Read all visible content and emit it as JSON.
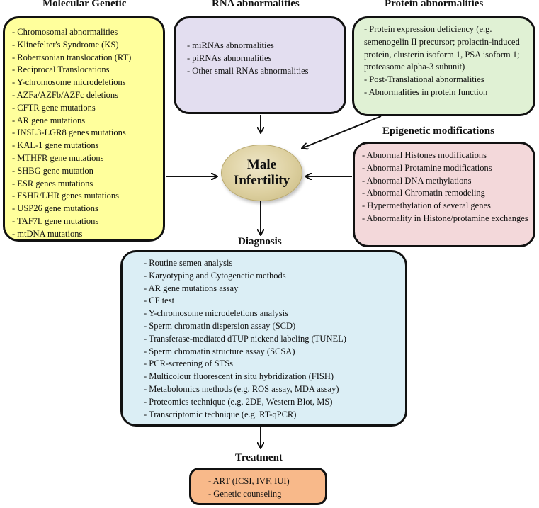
{
  "molecular": {
    "title": "Molecular Genetic",
    "items": [
      "- Chromosomal abnormalities",
      "- Klinefelter's Syndrome (KS)",
      "- Robertsonian translocation (RT)",
      "- Reciprocal Translocations",
      "- Y-chromosome microdeletions",
      "- AZFa/AZFb/AZFc deletions",
      "- CFTR gene mutations",
      "- AR gene mutations",
      "- INSL3-LGR8 genes mutations",
      "- KAL-1 gene mutations",
      "- MTHFR gene mutations",
      "- SHBG gene mutation",
      "- ESR genes mutations",
      "- FSHR/LHR genes mutations",
      "- USP26 gene mutations",
      "- TAF7L gene mutations",
      "- mtDNA mutations"
    ]
  },
  "rna": {
    "title": "RNA abnormalities",
    "items": [
      "- miRNAs abnormalities",
      "- piRNAs abnormalities",
      "- Other small RNAs abnormalities"
    ]
  },
  "protein": {
    "title": "Protein abnormalities",
    "items": [
      "- Protein expression deficiency (e.g. semenogelin II precursor; prolactin-induced protein, clusterin isoform 1, PSA isoform 1; proteasome alpha-3 subunit)",
      "- Post-Translational abnormalities",
      "- Abnormalities in protein function"
    ]
  },
  "epigenetic": {
    "title": "Epigenetic modifications",
    "items": [
      "- Abnormal Histones modifications",
      "- Abnormal Protamine modifications",
      "- Abnormal DNA methylations",
      "- Abnormal Chromatin remodeling",
      "- Hypermethylation of several genes",
      "- Abnormality in Histone/protamine exchanges"
    ]
  },
  "center": {
    "line1": "Male",
    "line2": "Infertility"
  },
  "diagnosis": {
    "title": "Diagnosis",
    "items": [
      "- Routine semen analysis",
      "- Karyotyping and Cytogenetic methods",
      "- AR gene mutations assay",
      "- CF test",
      "- Y-chromosome microdeletions analysis",
      "- Sperm chromatin dispersion assay (SCD)",
      "- Transferase-mediated dTUP nickend labeling (TUNEL)",
      "- Sperm chromatin structure assay (SCSA)",
      "- PCR-screening of STSs",
      "- Multicolour fluorescent in situ hybridization (FISH)",
      "- Metabolomics methods (e.g. ROS assay, MDA assay)",
      "- Proteomics technique (e.g. 2DE, Western Blot, MS)",
      "- Transcriptomic technique (e.g. RT-qPCR)"
    ]
  },
  "treatment": {
    "title": "Treatment",
    "items": [
      "- ART (ICSI, IVF, IUI)",
      "- Genetic counseling"
    ]
  },
  "colors": {
    "molecular_bg": "#ffff9c",
    "rna_bg": "#e3def0",
    "protein_bg": "#e0f1d4",
    "epigenetic_bg": "#f3d8da",
    "diagnosis_bg": "#dbeef5",
    "treatment_bg": "#f8b98a",
    "center_bg": "#ddd0a0"
  }
}
